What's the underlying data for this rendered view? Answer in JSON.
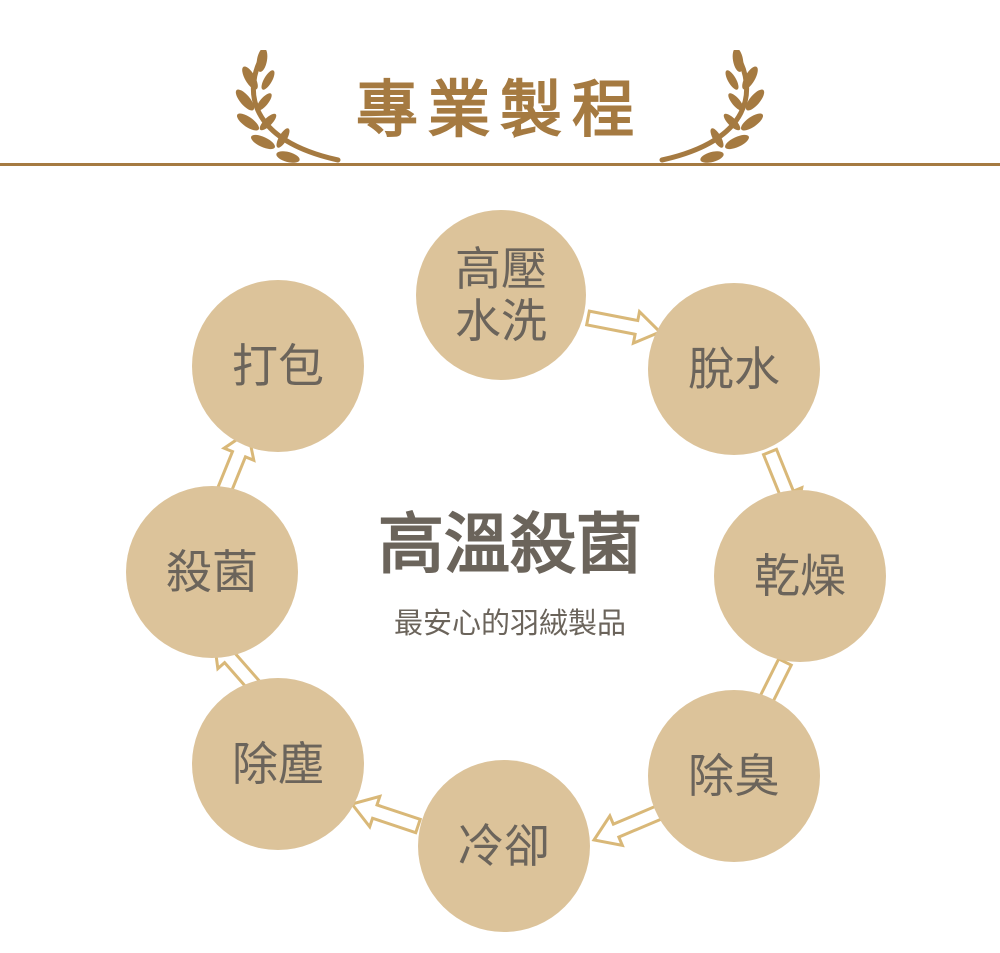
{
  "header": {
    "title": "專業製程"
  },
  "process": {
    "steps": [
      {
        "label": "高壓\n水洗"
      },
      {
        "label": "脫水"
      },
      {
        "label": "乾燥"
      },
      {
        "label": "除臭"
      },
      {
        "label": "冷卻"
      },
      {
        "label": "除塵"
      },
      {
        "label": "殺菌"
      },
      {
        "label": "打包"
      }
    ],
    "center_title": "高溫殺菌",
    "center_subtitle": "最安心的羽絨製品"
  },
  "colors": {
    "accent": "#a57a41",
    "circle": "#dcc39a",
    "text": "#6b645b",
    "arrow": "#d9b878"
  },
  "icons": {
    "ornament": "laurel-branch-icon",
    "arrow": "outline-arrow-icon"
  }
}
